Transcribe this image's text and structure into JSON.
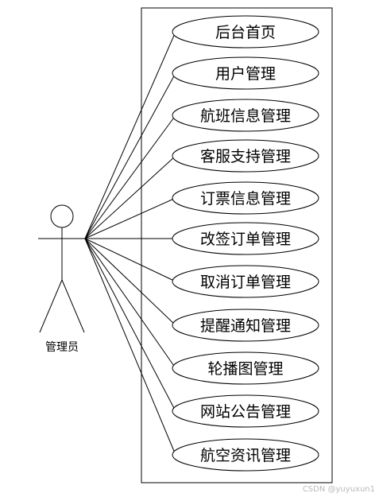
{
  "actor": {
    "label": "管理员"
  },
  "use_cases": [
    {
      "label": "后台首页"
    },
    {
      "label": "用户管理"
    },
    {
      "label": "航班信息管理"
    },
    {
      "label": "客服支持管理"
    },
    {
      "label": "订票信息管理"
    },
    {
      "label": "改签订单管理"
    },
    {
      "label": "取消订单管理"
    },
    {
      "label": "提醒通知管理"
    },
    {
      "label": "轮播图管理"
    },
    {
      "label": "网站公告管理"
    },
    {
      "label": "航空资讯管理"
    }
  ],
  "watermark": "CSDN @yuyuxun1"
}
